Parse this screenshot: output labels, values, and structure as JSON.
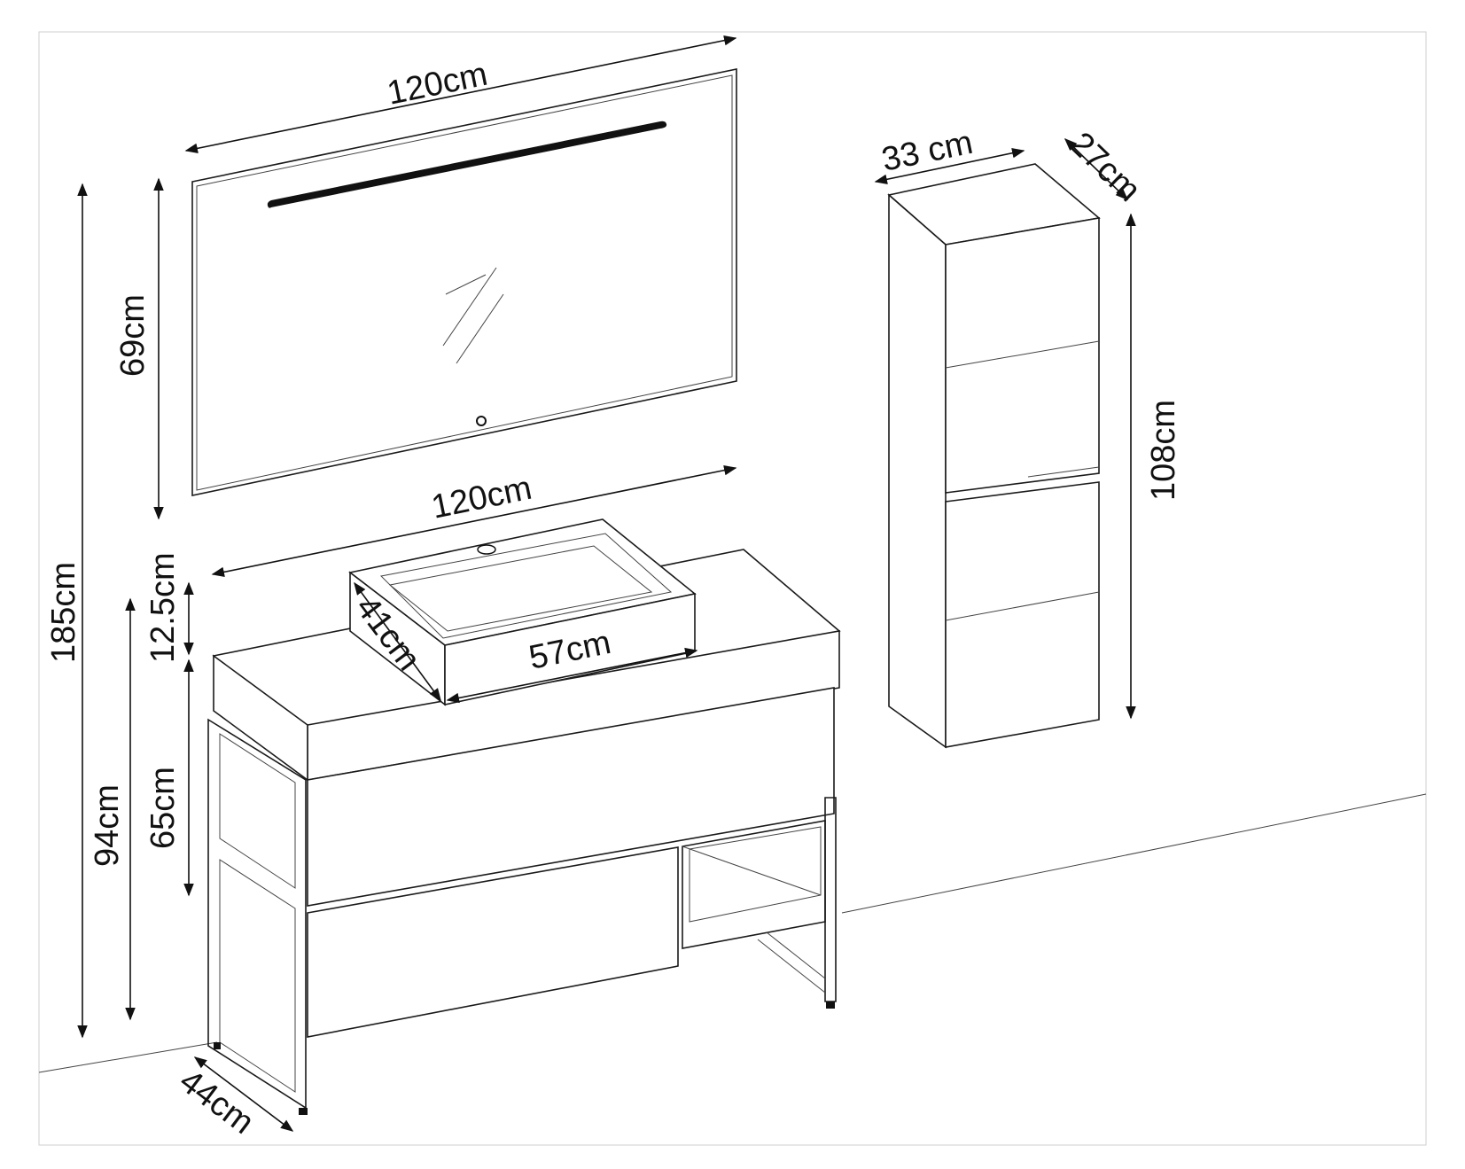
{
  "dimensions": {
    "mirror_width": "120cm",
    "mirror_height": "69cm",
    "vanity_width": "120cm",
    "total_height": "185cm",
    "gap_height": "12.5cm",
    "vanity_top_height": "94cm",
    "cabinet_height": "65cm",
    "vanity_depth": "44cm",
    "basin_depth": "41cm",
    "basin_width": "57cm",
    "tall_cabinet_width": "33 cm",
    "tall_cabinet_depth": "27cm",
    "tall_cabinet_height": "108cm"
  }
}
